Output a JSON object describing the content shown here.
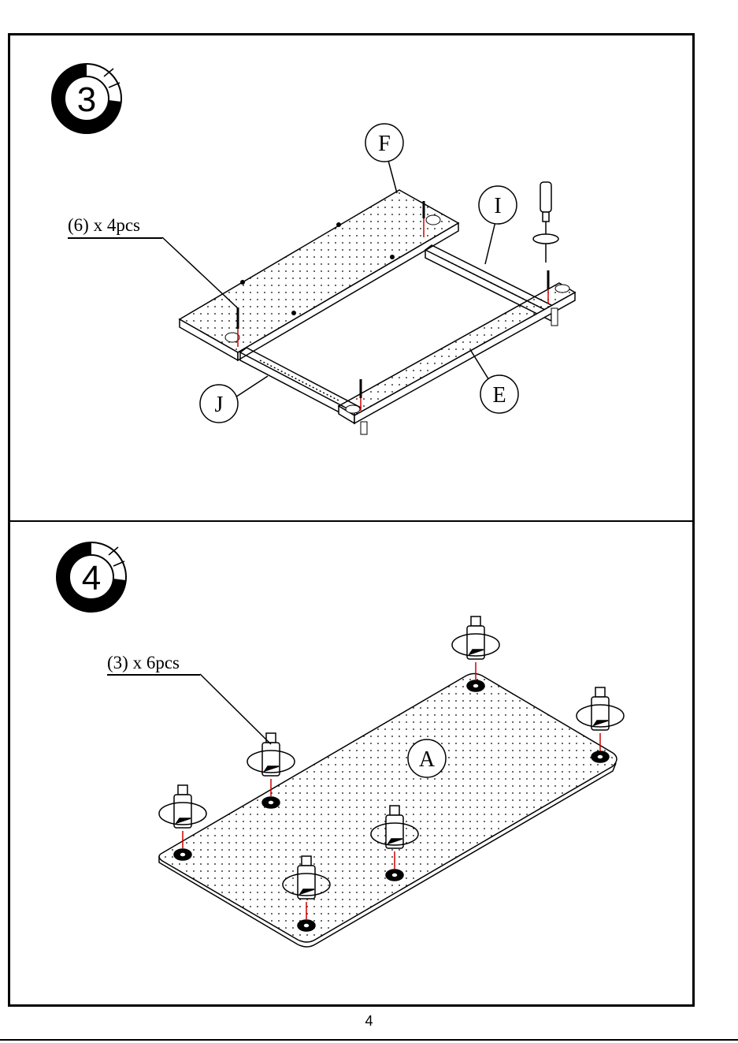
{
  "page": {
    "number": "4"
  },
  "step3": {
    "step_number": "3",
    "quantity_label": "(6) x 4pcs",
    "parts": [
      "F",
      "I",
      "J",
      "E"
    ]
  },
  "step4": {
    "step_number": "4",
    "quantity_label": "(3) x 6pcs",
    "part": "A"
  },
  "colors": {
    "line": "#000000",
    "arrow": "#d00000",
    "background": "#ffffff"
  },
  "icons": [
    "step-badge-icon",
    "screwdriver-icon",
    "screw-icon",
    "leveler-foot-icon",
    "rotation-arrow-icon"
  ]
}
